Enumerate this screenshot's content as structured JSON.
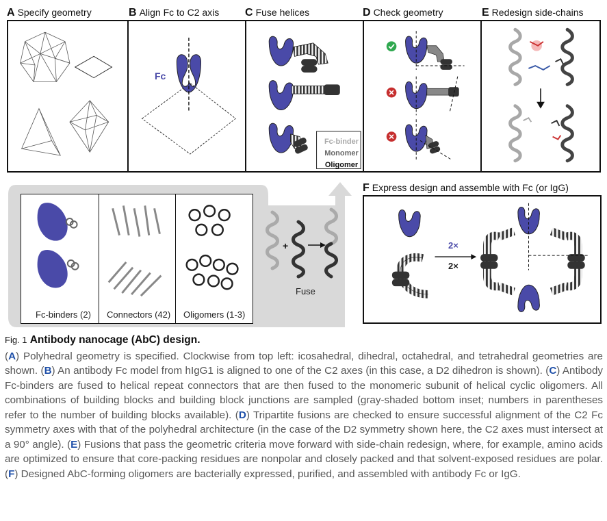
{
  "panels": {
    "A": {
      "letter": "A",
      "title": "Specify geometry"
    },
    "B": {
      "letter": "B",
      "title": "Align Fc to C2 axis",
      "fc_label": "Fc"
    },
    "C": {
      "letter": "C",
      "title": "Fuse helices",
      "legend": [
        "Fc-binder",
        "Monomer",
        "Oligomer"
      ]
    },
    "D": {
      "letter": "D",
      "title": "Check geometry"
    },
    "E": {
      "letter": "E",
      "title": "Redesign side-chains"
    },
    "F": {
      "letter": "F",
      "title": "Express design and assemble with Fc (or IgG)",
      "ratio_top": "2×",
      "ratio_bottom": "2×"
    }
  },
  "inset": {
    "columns": [
      "Fc-binders (2)",
      "Connectors (42)",
      "Oligomers (1-3)"
    ],
    "fuse_label": "Fuse",
    "plus": "+"
  },
  "caption": {
    "fig": "Fig. 1",
    "title": "Antibody nanocage (AbC) design.",
    "segments": [
      {
        "letter": "A",
        "text": "Polyhedral geometry is specified. Clockwise from top left: icosahedral, dihedral, octahedral, and tetrahedral geometries are shown."
      },
      {
        "letter": "B",
        "text": "An antibody Fc model from hIgG1 is aligned to one of the C2 axes (in this case, a D2 dihedron is shown)."
      },
      {
        "letter": "C",
        "text": "Antibody Fc-binders are fused to helical repeat connectors that are then fused to the monomeric subunit of helical cyclic oligomers. All combinations of building blocks and building block junctions are sampled (gray-shaded bottom inset; numbers in parentheses refer to the number of building blocks available)."
      },
      {
        "letter": "D",
        "text": "Tripartite fusions are checked to ensure successful alignment of the C2 Fc symmetry axes with that of the polyhedral architecture (in the case of the D2 symmetry shown here, the C2 axes must intersect at a 90° angle)."
      },
      {
        "letter": "E",
        "text": "Fusions that pass the geometric criteria move forward with side-chain redesign, where, for example, amino acids are optimized to ensure that core-packing residues are nonpolar and closely packed and that solvent-exposed residues are polar."
      },
      {
        "letter": "F",
        "text": "Designed AbC-forming oligomers are bacterially expressed, purified, and assembled with antibody Fc or IgG."
      }
    ]
  },
  "colors": {
    "fc": "#4a4aa8",
    "check_ok": "#2fa84f",
    "check_fail": "#c62f2f",
    "inset_bg": "#d9d9d9"
  }
}
